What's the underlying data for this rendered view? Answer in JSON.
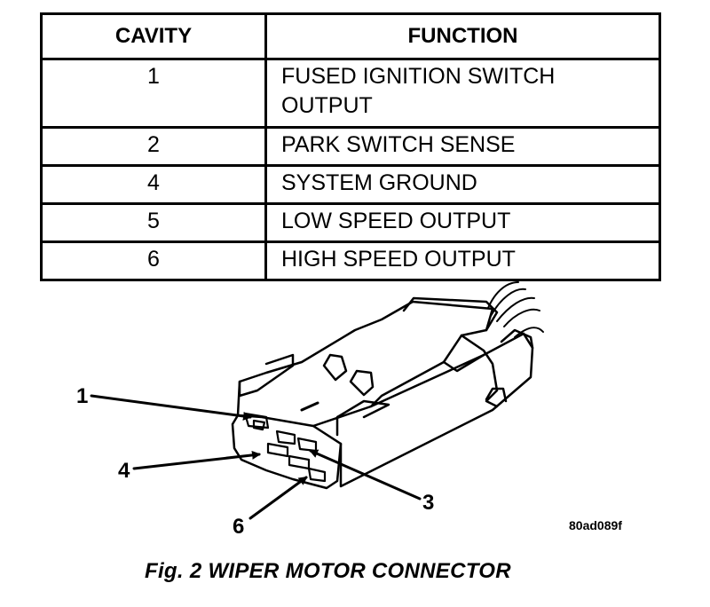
{
  "table": {
    "headers": {
      "cavity": "CAVITY",
      "function": "FUNCTION"
    },
    "rows": [
      {
        "cavity": "1",
        "function": "FUSED IGNITION SWITCH OUTPUT"
      },
      {
        "cavity": "2",
        "function": "PARK SWITCH SENSE"
      },
      {
        "cavity": "4",
        "function": "SYSTEM GROUND"
      },
      {
        "cavity": "5",
        "function": "LOW SPEED OUTPUT"
      },
      {
        "cavity": "6",
        "function": "HIGH SPEED OUTPUT"
      }
    ]
  },
  "callouts": {
    "c1": "1",
    "c3": "3",
    "c4": "4",
    "c6": "6"
  },
  "reference_code": "80ad089f",
  "caption": "Fig. 2 WIPER MOTOR CONNECTOR"
}
